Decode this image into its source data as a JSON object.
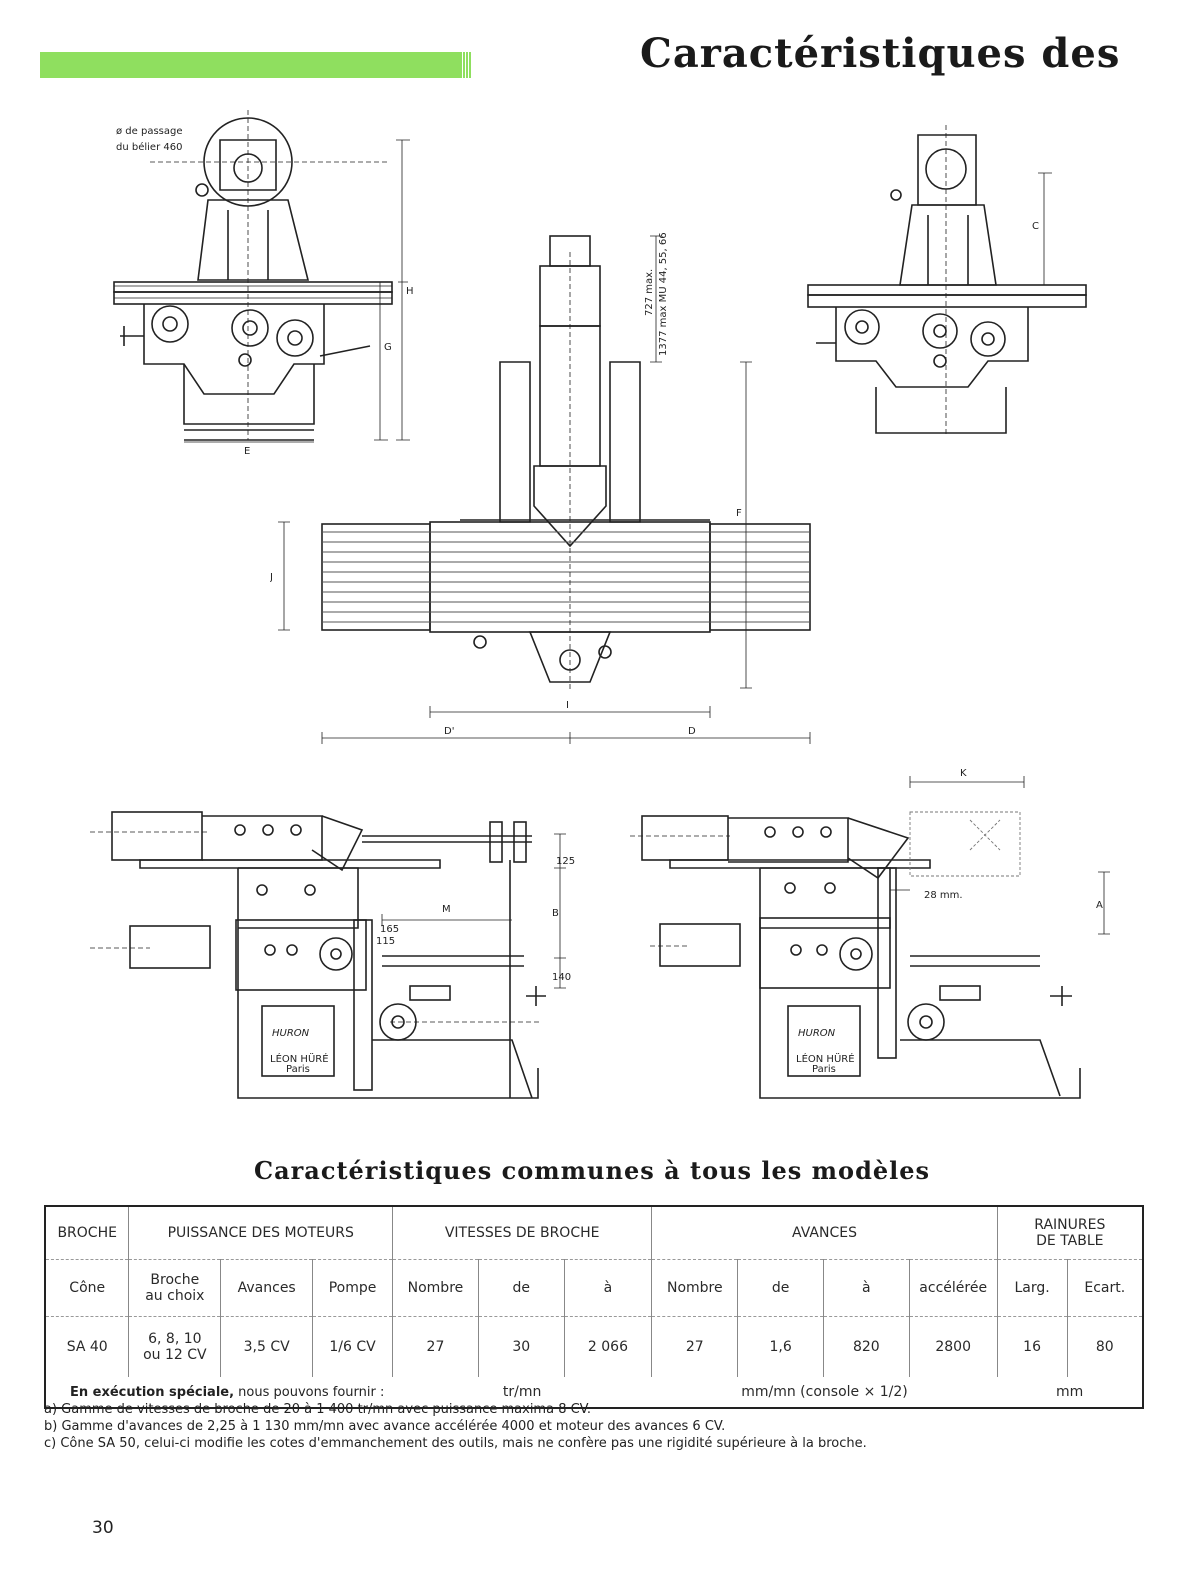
{
  "header": {
    "title": "Caractéristiques des",
    "accent_color": "#8fdf5f"
  },
  "drawings": {
    "front_labels": {
      "passage_line1": "ø de passage",
      "passage_line2": "du bélier 460",
      "H": "H",
      "G": "G",
      "E": "E"
    },
    "side_right_labels": {
      "C": "C"
    },
    "top_labels": {
      "max727": "727 max.",
      "max1377": "1377 max  MU 44, 55, 66",
      "F": "F",
      "J": "J",
      "I": "I",
      "Dprime": "D'",
      "D": "D"
    },
    "side_left_labels": {
      "d125": "125",
      "B": "B",
      "M": "M",
      "d165": "165",
      "d115": "115",
      "d140": "140",
      "brand": "HURON",
      "maker": "LÉON HÜRÉ",
      "city": "Paris"
    },
    "side_right2_labels": {
      "K": "K",
      "mm28": "28 mm.",
      "A": "A",
      "brand": "HURON",
      "maker": "LÉON HÜRÉ",
      "city": "Paris"
    }
  },
  "specs": {
    "title": "Caractéristiques communes à tous les modèles",
    "groups": {
      "broche": "BROCHE",
      "puissance": "PUISSANCE DES MOTEURS",
      "vitesses": "VITESSES DE BROCHE",
      "avances": "AVANCES",
      "rainures_l1": "RAINURES",
      "rainures_l2": "DE TABLE"
    },
    "sub": {
      "cone": "Cône",
      "broche_l1": "Broche",
      "broche_l2": "au choix",
      "avances": "Avances",
      "pompe": "Pompe",
      "v_nombre": "Nombre",
      "v_de": "de",
      "v_a": "à",
      "a_nombre": "Nombre",
      "a_de": "de",
      "a_a": "à",
      "acceleree": "accélérée",
      "larg": "Larg.",
      "ecart": "Ecart."
    },
    "values": {
      "cone": "SA 40",
      "broche_l1": "6, 8, 10",
      "broche_l2": "ou 12 CV",
      "avances": "3,5 CV",
      "pompe": "1/6 CV",
      "v_nombre": "27",
      "v_de": "30",
      "v_a": "2 066",
      "a_nombre": "27",
      "a_de": "1,6",
      "a_a": "820",
      "acceleree": "2800",
      "larg": "16",
      "ecart": "80"
    },
    "units": {
      "vitesses": "tr/mn",
      "avances": "mm/mn  (console × 1/2)",
      "rainures": "mm"
    }
  },
  "notes": {
    "intro_bold": "En exécution spéciale,",
    "intro_rest": " nous pouvons fournir :",
    "items": [
      "a) Gamme de vitesses de broche de 20 à 1 400 tr/mn avec puissance maxima 8 CV.",
      "b) Gamme d'avances de 2,25 à 1 130 mm/mn avec avance accélérée 4000 et moteur des avances 6 CV.",
      "c) Cône SA 50, celui-ci modifie les cotes d'emmanchement des outils, mais ne confère pas une rigidité supérieure à la broche."
    ]
  },
  "footer": {
    "page_number": "30"
  }
}
